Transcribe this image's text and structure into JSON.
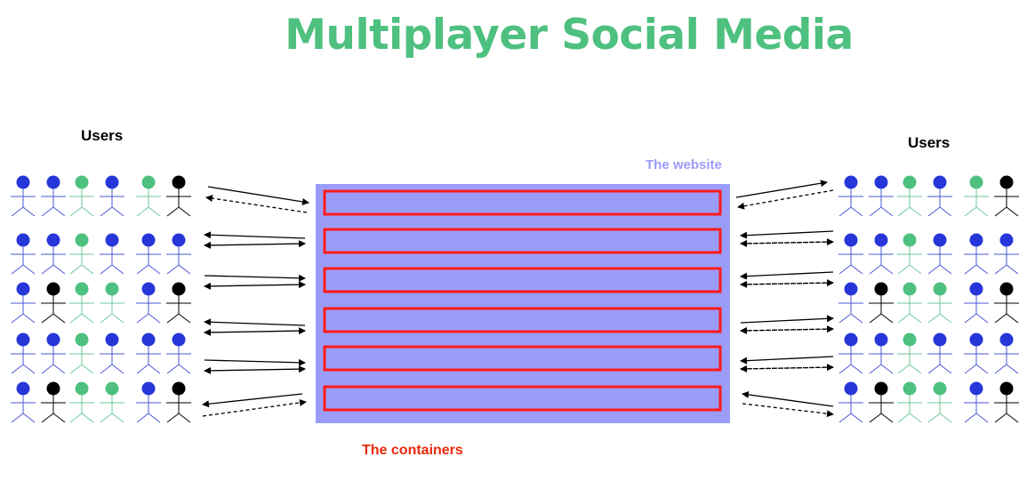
{
  "title": "Multiplayer Social Media",
  "users_left_label": "Users",
  "users_right_label": "Users",
  "website_label": "The website",
  "containers_label": "The containers",
  "colors": {
    "title": "#4ec07f",
    "website_fill": "#9a9cf8",
    "website_label": "#9a9cf8",
    "container_border": "#ff1a1a",
    "containers_label": "#e8290b",
    "user_blue_head": "#2636d9",
    "user_blue_body": "#4a58d6",
    "user_green_head": "#4ec07f",
    "user_green_body": "#6cc89a",
    "user_black": "#000000"
  },
  "user_grid_left": [
    [
      "blue",
      "blue",
      "green",
      "blue",
      "green",
      "black"
    ],
    [
      "blue",
      "blue",
      "green",
      "blue",
      "blue",
      "blue"
    ],
    [
      "blue",
      "black",
      "green",
      "green",
      "blue",
      "black"
    ],
    [
      "blue",
      "blue",
      "green",
      "blue",
      "blue",
      "blue"
    ],
    [
      "blue",
      "black",
      "green",
      "green",
      "blue",
      "black"
    ]
  ],
  "user_grid_right": [
    [
      "blue",
      "blue",
      "green",
      "blue",
      "green",
      "black"
    ],
    [
      "blue",
      "blue",
      "green",
      "blue",
      "blue",
      "blue"
    ],
    [
      "blue",
      "black",
      "green",
      "green",
      "blue",
      "black"
    ],
    [
      "blue",
      "blue",
      "green",
      "blue",
      "blue",
      "blue"
    ],
    [
      "blue",
      "black",
      "green",
      "green",
      "blue",
      "black"
    ]
  ],
  "container_count": 6,
  "connections_left": [
    "in",
    "out",
    "in",
    "out",
    "in",
    "in"
  ],
  "connections_right": [
    "out",
    "in",
    "in",
    "out",
    "in",
    "out"
  ]
}
